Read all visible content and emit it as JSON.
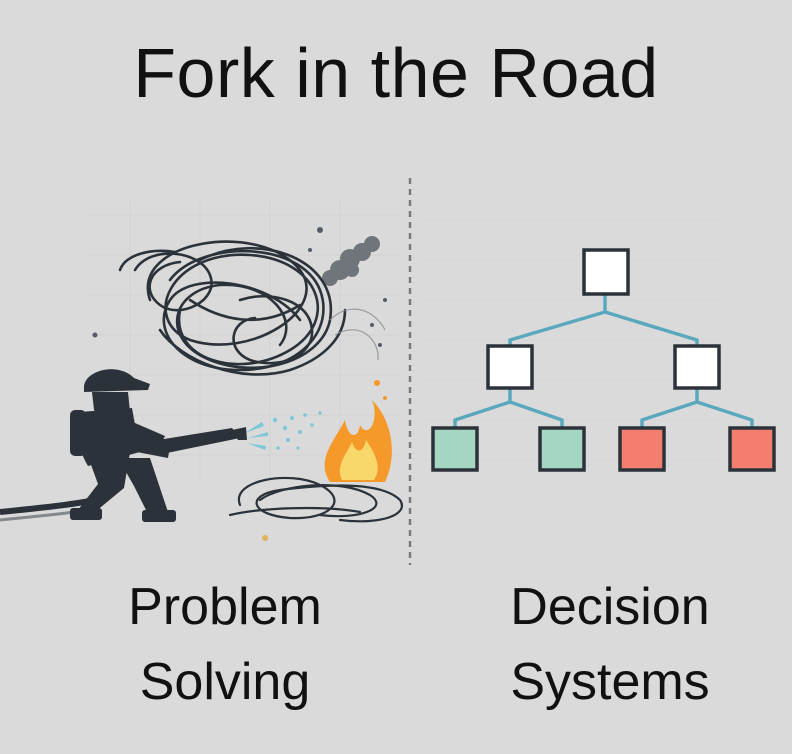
{
  "title": "Fork in the Road",
  "left_caption": {
    "line1": "Problem",
    "line2": "Solving"
  },
  "right_caption": {
    "line1": "Decision",
    "line2": "Systems"
  },
  "colors": {
    "background": "#dadada",
    "ink": "#2b323a",
    "tree_line": "#5aa8be",
    "leaf_green": "#a5d6c2",
    "leaf_red": "#f47e6e",
    "node_white": "#ffffff",
    "flame_orange": "#f59a2a",
    "flame_yellow": "#f8d86a",
    "water": "#7dc8d8"
  },
  "icons": [
    "firefighter-icon",
    "tangled-scribble-icon",
    "fire-icon",
    "smoke-icon",
    "decision-tree-icon"
  ]
}
